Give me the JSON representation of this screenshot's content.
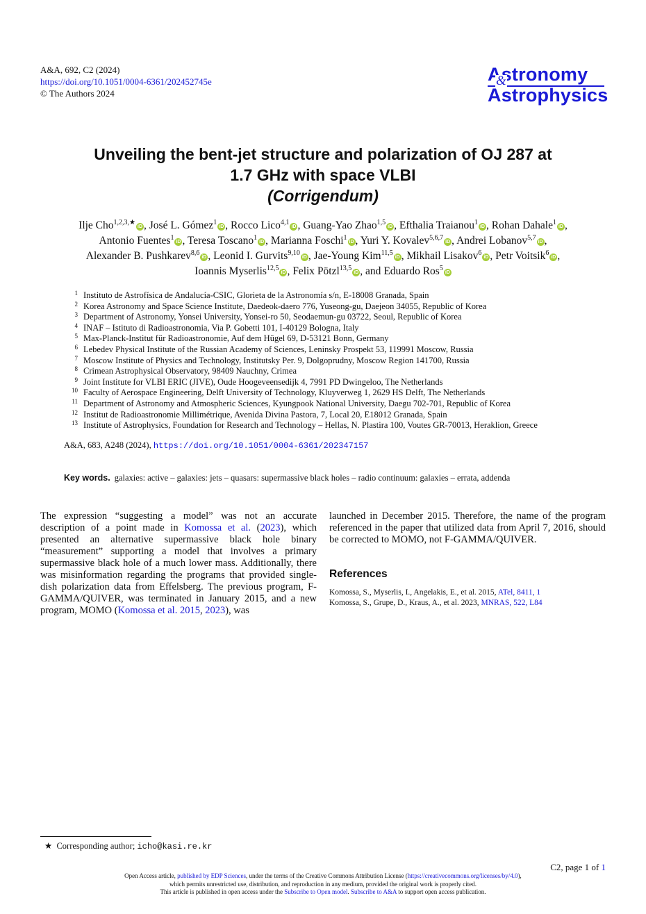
{
  "header": {
    "citation": "A&A, 692, C2 (2024)",
    "doi": "https://doi.org/10.1051/0004-6361/202452745e",
    "copyright": "© The Authors 2024"
  },
  "journal_logo": {
    "line1": "Astronomy",
    "amp": "&",
    "line2": "Astrophysics"
  },
  "title": {
    "line1": "Unveiling the bent-jet structure and polarization of OJ 287 at",
    "line2": "1.7 GHz with space VLBI",
    "line3": "(Corrigendum)"
  },
  "authors": [
    {
      "name": "Ilje Cho",
      "sup": "1,2,3,★"
    },
    {
      "name": "José L. Gómez",
      "sup": "1"
    },
    {
      "name": "Rocco Lico",
      "sup": "4,1"
    },
    {
      "name": "Guang-Yao Zhao",
      "sup": "1,5"
    },
    {
      "name": "Efthalia Traianou",
      "sup": "1"
    },
    {
      "name": "Rohan Dahale",
      "sup": "1"
    },
    {
      "name": "Antonio Fuentes",
      "sup": "1"
    },
    {
      "name": "Teresa Toscano",
      "sup": "1"
    },
    {
      "name": "Marianna Foschi",
      "sup": "1"
    },
    {
      "name": "Yuri Y. Kovalev",
      "sup": "5,6,7"
    },
    {
      "name": "Andrei Lobanov",
      "sup": "5,7"
    },
    {
      "name": "Alexander B. Pushkarev",
      "sup": "8,6"
    },
    {
      "name": "Leonid I. Gurvits",
      "sup": "9,10"
    },
    {
      "name": "Jae-Young Kim",
      "sup": "11,5"
    },
    {
      "name": "Mikhail Lisakov",
      "sup": "6"
    },
    {
      "name": "Petr Voitsik",
      "sup": "6"
    },
    {
      "name": "Ioannis Myserlis",
      "sup": "12,5"
    },
    {
      "name": "Felix Pötzl",
      "sup": "13,5"
    },
    {
      "name": "Eduardo Ros",
      "sup": "5"
    }
  ],
  "orcid_glyph": "iD",
  "affiliations": [
    {
      "num": "1",
      "text": "Instituto de Astrofísica de Andalucía-CSIC, Glorieta de la Astronomía s/n, E-18008 Granada, Spain"
    },
    {
      "num": "2",
      "text": "Korea Astronomy and Space Science Institute, Daedeok-daero 776, Yuseong-gu, Daejeon 34055, Republic of Korea"
    },
    {
      "num": "3",
      "text": "Department of Astronomy, Yonsei University, Yonsei-ro 50, Seodaemun-gu 03722, Seoul, Republic of Korea"
    },
    {
      "num": "4",
      "text": "INAF – Istituto di Radioastronomia, Via P. Gobetti 101, I-40129 Bologna, Italy"
    },
    {
      "num": "5",
      "text": "Max-Planck-Institut für Radioastronomie, Auf dem Hügel 69, D-53121 Bonn, Germany"
    },
    {
      "num": "6",
      "text": "Lebedev Physical Institute of the Russian Academy of Sciences, Leninsky Prospekt 53, 119991 Moscow, Russia"
    },
    {
      "num": "7",
      "text": "Moscow Institute of Physics and Technology, Institutsky Per. 9, Dolgoprudny, Moscow Region 141700, Russia"
    },
    {
      "num": "8",
      "text": "Crimean Astrophysical Observatory, 98409 Nauchny, Crimea"
    },
    {
      "num": "9",
      "text": "Joint Institute for VLBI ERIC (JIVE), Oude Hoogeveensedijk 4, 7991 PD Dwingeloo, The Netherlands"
    },
    {
      "num": "10",
      "text": "Faculty of Aerospace Engineering, Delft University of Technology, Kluyverweg 1, 2629 HS Delft, The Netherlands"
    },
    {
      "num": "11",
      "text": "Department of Astronomy and Atmospheric Sciences, Kyungpook National University, Daegu 702-701, Republic of Korea"
    },
    {
      "num": "12",
      "text": "Institut de Radioastronomie Millimétrique, Avenida Divina Pastora, 7, Local 20, E18012 Granada, Spain"
    },
    {
      "num": "13",
      "text": "Institute of Astrophysics, Foundation for Research and Technology – Hellas, N. Plastira 100, Voutes GR-70013, Heraklion, Greece"
    }
  ],
  "original_ref": {
    "citation": "A&A, 683, A248 (2024), ",
    "doi": "https://doi.org/10.1051/0004-6361/202347157"
  },
  "keywords": {
    "label": "Key words.",
    "text": "galaxies: active – galaxies: jets – quasars: supermassive black holes – radio continuum: galaxies – errata, addenda"
  },
  "body": {
    "p1_a": "The expression “suggesting a model” was not an accurate description of a point made in ",
    "p1_cite_name": "Komossa et al.",
    "p1_b": " (",
    "p1_cite_year": "2023",
    "p1_c": "), which presented an alternative supermassive black hole binary “measurement” supporting a model that involves a primary supermassive black hole of a much lower mass. Additionally, there was misinformation regarding the programs that provided single-dish polarization data from Effelsberg. The previous program, F-GAMMA/QUIVER, was terminated in January 2015, and a new program, MOMO (",
    "p1_cite2_name": "Komossa et al. 2015",
    "p1_d": ", ",
    "p1_cite2_year": "2023",
    "p1_e": "), was",
    "p2": "launched in December 2015. Therefore, the name of the program referenced in the paper that utilized data from April 7, 2016, should be corrected to MOMO, not F-GAMMA/QUIVER."
  },
  "references": {
    "heading": "References",
    "items": [
      {
        "text": "Komossa, S., Myserlis, I., Angelakis, E., et al. 2015, ",
        "link": "ATel, 8411, 1"
      },
      {
        "text": "Komossa, S., Grupe, D., Kraus, A., et al. 2023, ",
        "link": "MNRAS, 522, L84"
      }
    ]
  },
  "footnote": {
    "star": "★",
    "label": "Corresponding author; ",
    "email": "icho@kasi.re.kr"
  },
  "page_number": {
    "label": "C2, page 1 of ",
    "total": "1"
  },
  "license": {
    "l1_a": "Open Access article, ",
    "l1_link1": "published by EDP Sciences",
    "l1_b": ", under the terms of the Creative Commons Attribution License (",
    "l1_link2": "https://creativecommons.org/licenses/by/4.0",
    "l1_c": "),",
    "l2": "which permits unrestricted use, distribution, and reproduction in any medium, provided the original work is properly cited.",
    "l3_a": "This article is published in open access under the ",
    "l3_link1": "Subscribe to Open model",
    "l3_b": ". ",
    "l3_link2": "Subscribe to A&A",
    "l3_c": " to support open access publication."
  },
  "colors": {
    "link": "#1a1ad6",
    "orcid": "#a6ce39",
    "text": "#111111"
  }
}
